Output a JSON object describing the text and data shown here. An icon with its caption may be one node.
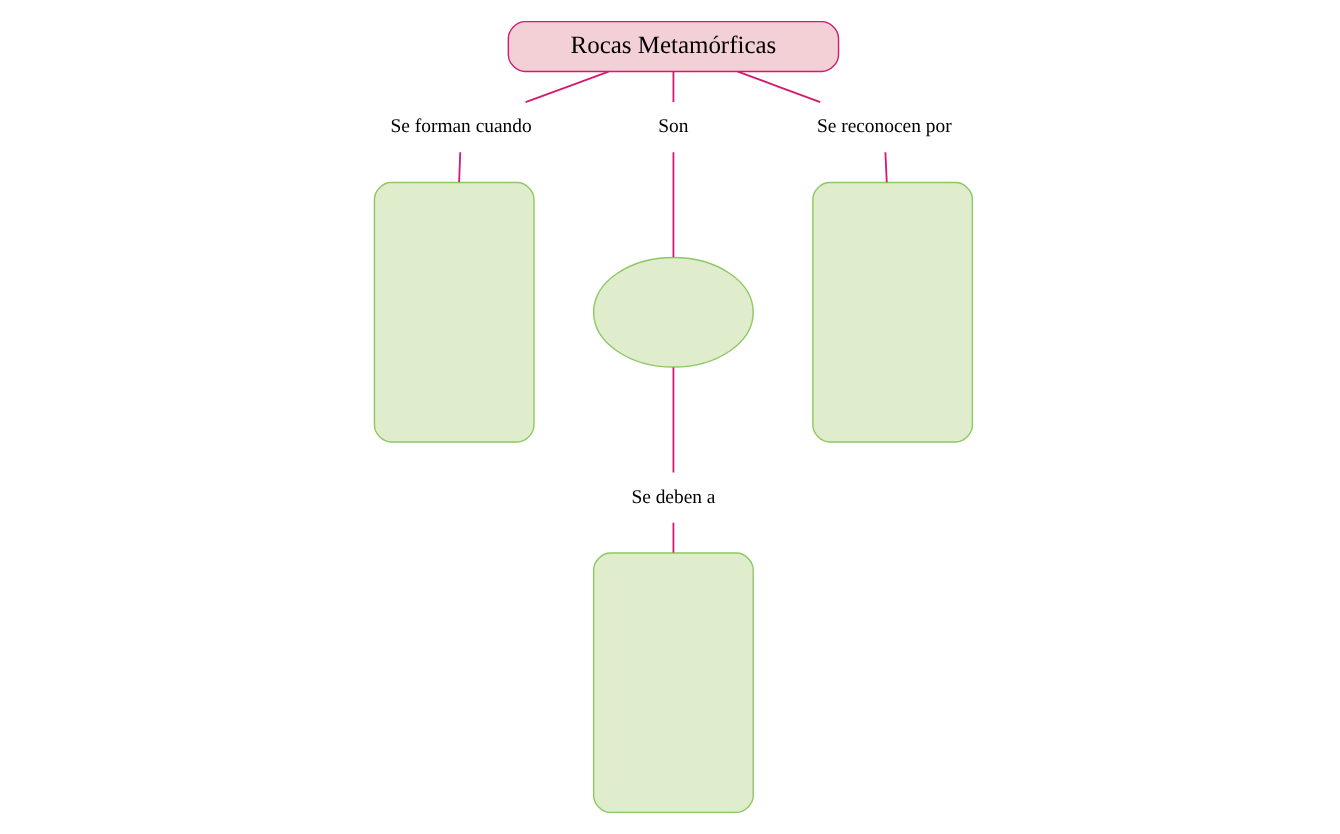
{
  "diagram": {
    "nodes": [
      {
        "text": [
          "Rocas Metamórficas"
        ]
      },
      {
        "text": [
          "Se forman cuando"
        ]
      },
      {
        "text": [
          "Son"
        ]
      },
      {
        "text": [
          "Se reconocen por"
        ]
      },
      {
        "text": [],
        "shape": "box"
      },
      {
        "text": [],
        "shape": "ellipse"
      },
      {
        "text": [
          "Se deben a"
        ]
      },
      {
        "text": [],
        "shape": "box"
      },
      {
        "text": [],
        "shape": "box"
      }
    ],
    "edges": [
      {
        "from": 0,
        "to": 1,
        "arrow": "none"
      },
      {
        "from": 0,
        "to": 2,
        "arrow": "none"
      },
      {
        "from": 0,
        "to": 3,
        "arrow": "none"
      },
      {
        "from": 1,
        "to": 4,
        "arrow": "none"
      },
      {
        "from": 2,
        "to": 5,
        "arrow": "none"
      },
      {
        "from": 3,
        "to": 8,
        "arrow": "none"
      },
      {
        "from": 5,
        "to": 6,
        "arrow": "none"
      },
      {
        "from": 6,
        "to": 7,
        "arrow": "none"
      }
    ]
  }
}
